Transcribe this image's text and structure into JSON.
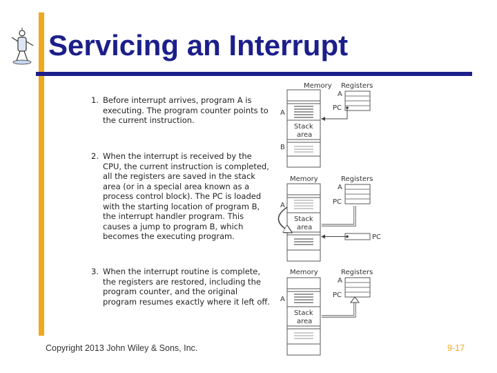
{
  "slide": {
    "title": "Servicing an Interrupt",
    "footer_left": "Copyright 2013 John Wiley & Sons, Inc.",
    "page_number": "9-17"
  },
  "steps": [
    {
      "number": "1.",
      "text": "Before interrupt arrives, program A is executing. The program counter points to the current instruction."
    },
    {
      "number": "2.",
      "text": "When the interrupt is received by the CPU, the current instruction is completed, all the registers are saved in the stack area (or in a special area known as a process control block). The PC is loaded with the starting location of program B, the interrupt handler program. This causes a jump to program B, which becomes the executing program."
    },
    {
      "number": "3.",
      "text": "When the interrupt routine is complete, the registers are restored, including the program counter, and the original program resumes exactly where it left off."
    }
  ],
  "diagram": {
    "memory_label": "Memory",
    "registers_label": "Registers",
    "reg_a_label": "A",
    "pc_label": "PC",
    "program_a_label": "A",
    "program_b_label": "B",
    "stack_line1": "Stack",
    "stack_line2": "area",
    "pc_outside_label": "PC"
  },
  "colors": {
    "title": "#1c1f8a",
    "accent_bar": "#f2a81d",
    "rule": "#1c1f8a",
    "page_number": "#f2a81d"
  }
}
